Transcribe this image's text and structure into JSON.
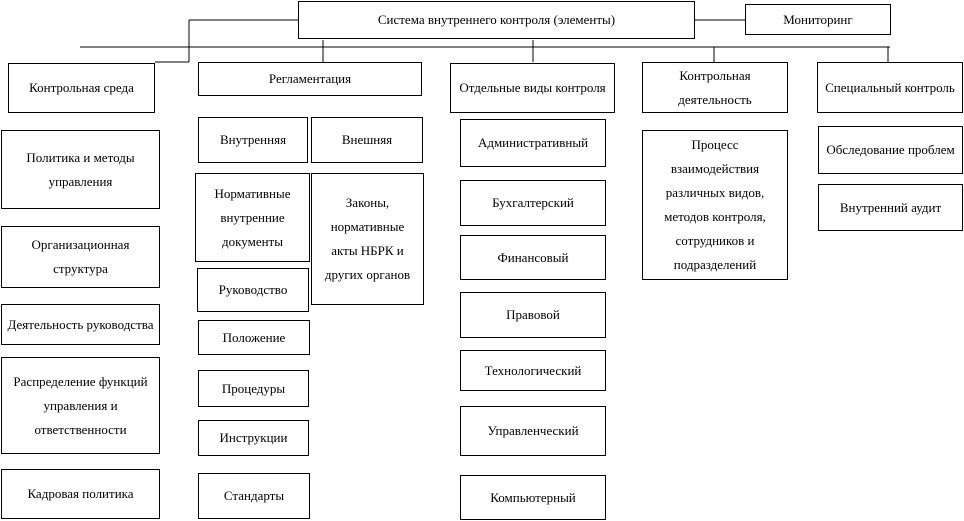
{
  "root": "Система внутреннего контроля (элементы)",
  "monitoring": "Мониторинг",
  "env": {
    "title": "Контрольная среда",
    "items": [
      "Политика и методы управления",
      "Организационная структура",
      "Деятельность руководства",
      "Распределение функций управления и ответственности",
      "Кадровая политика"
    ]
  },
  "reg": {
    "title": "Регламентация",
    "internal": "Внутренняя",
    "external": "Внешняя",
    "internal_items": [
      "Нормативные внутренние документы",
      "Руководство",
      "Положение",
      "Процедуры",
      "Инструкции",
      "Стандарты"
    ],
    "external_items": [
      "Законы, нормативные акты НБРК и других органов"
    ]
  },
  "types": {
    "title": "Отдельные виды контроля",
    "items": [
      "Административный",
      "Бухгалтерский",
      "Финансовый",
      "Правовой",
      "Технологический",
      "Управленческий",
      "Компьютерный"
    ]
  },
  "activity": {
    "title": "Контрольная деятельность",
    "items": [
      "Процесс взаимодействия различных видов, методов контроля, сотрудников и подразделений"
    ]
  },
  "special": {
    "title": "Специальный контроль",
    "items": [
      "Обследование проблем",
      "Внутренний аудит"
    ]
  }
}
